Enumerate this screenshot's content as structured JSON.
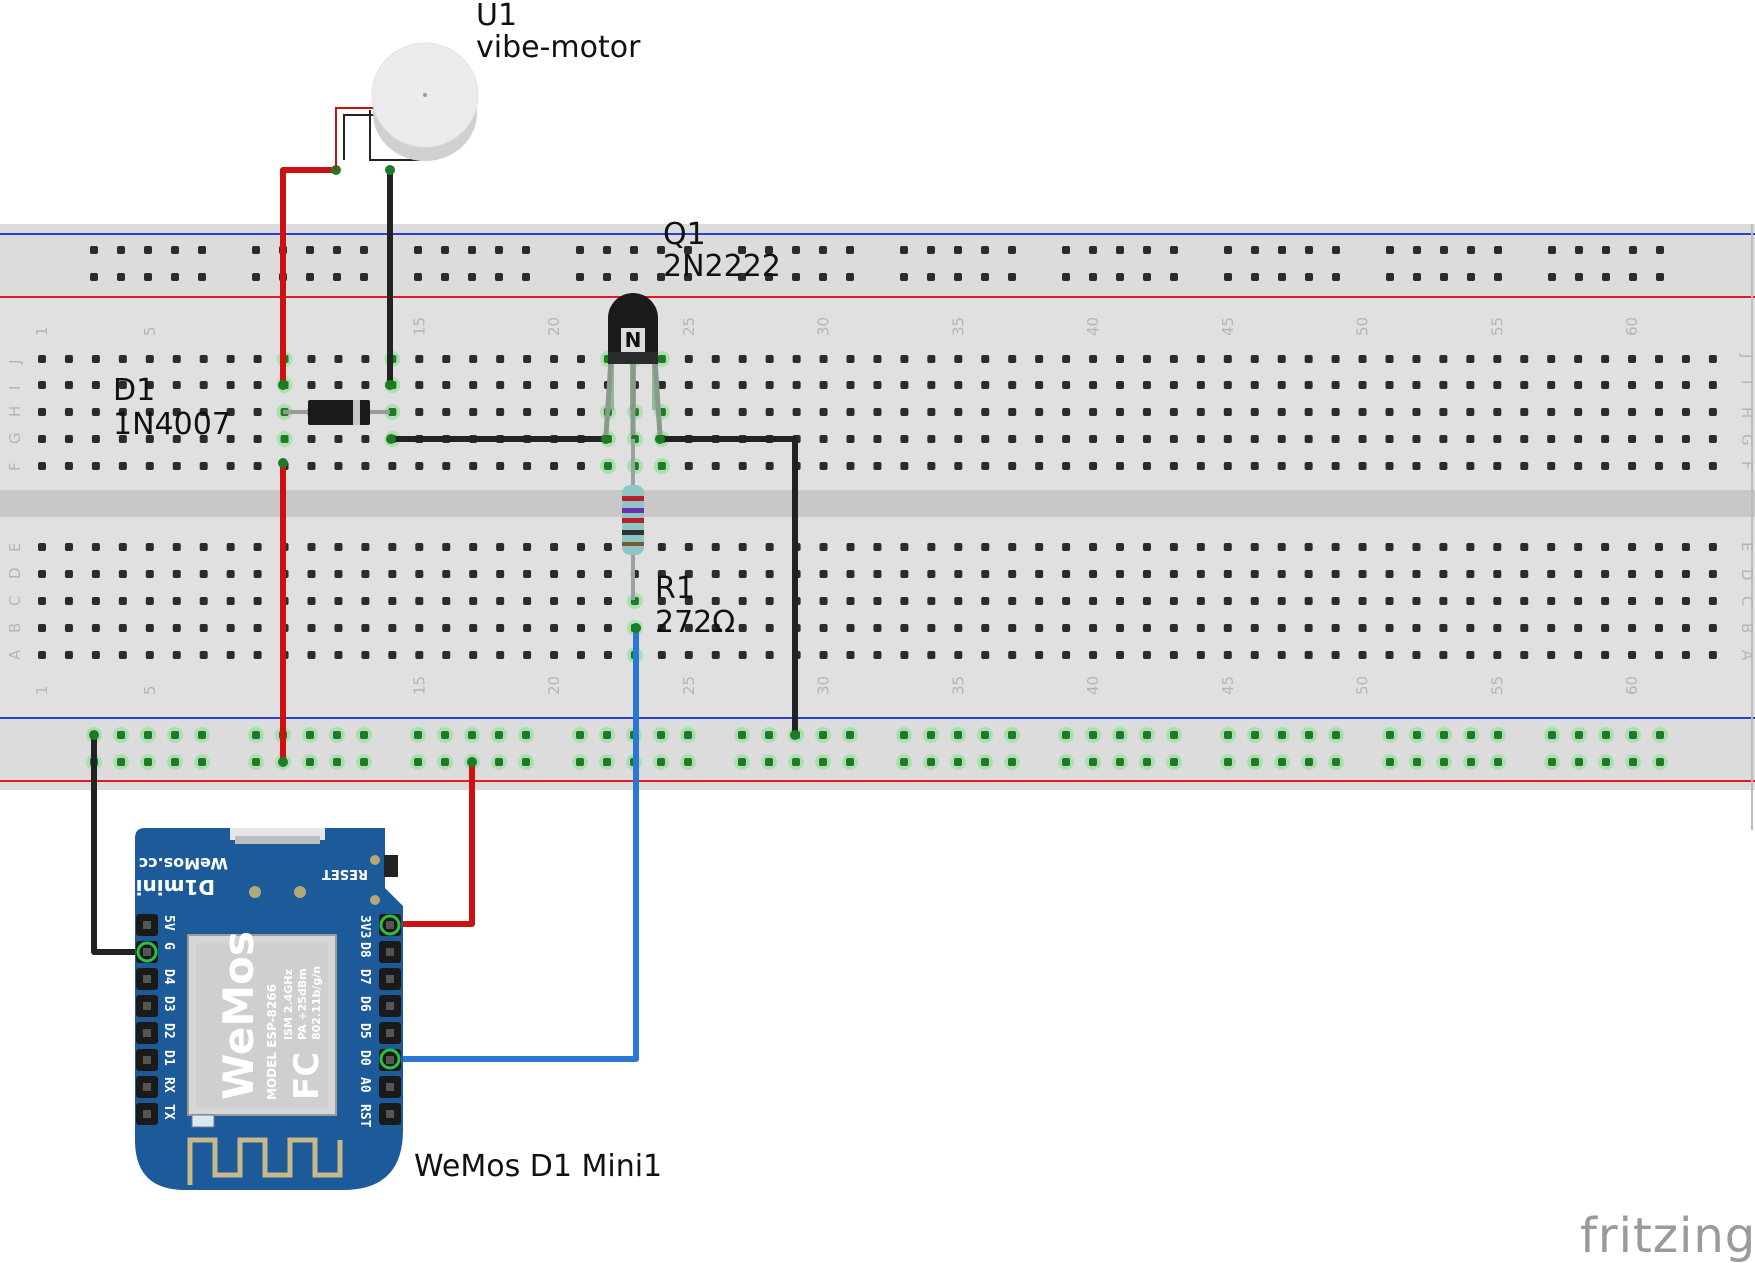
{
  "app": "fritzing",
  "watermark": "fritzing",
  "components": {
    "motor": {
      "ref": "U1",
      "name": "vibe-motor"
    },
    "transistor": {
      "ref": "Q1",
      "name": "2N2222",
      "marking": "N"
    },
    "diode": {
      "ref": "D1",
      "name": "1N4007"
    },
    "resistor": {
      "ref": "R1",
      "value": "272Ω"
    },
    "board": {
      "name": "WeMos D1 Mini1"
    }
  },
  "breadboard": {
    "column_numbers": [
      "1",
      "5",
      "15",
      "20",
      "25",
      "30",
      "35",
      "40",
      "45",
      "50",
      "55",
      "60"
    ],
    "row_letters_top": [
      "J",
      "I",
      "H",
      "G",
      "F"
    ],
    "row_letters_bottom": [
      "E",
      "D",
      "C",
      "B",
      "A"
    ]
  },
  "board_silkscreen": {
    "brand_url": "WeMos.cc",
    "model": "D1mini",
    "reset": "RESET",
    "left_pins": [
      "5V",
      "G",
      "D4",
      "D3",
      "D2",
      "D1",
      "RX",
      "TX"
    ],
    "right_pins": [
      "3V3",
      "D8",
      "D7",
      "D6",
      "D5",
      "D0",
      "A0",
      "RST"
    ],
    "chip_logo": "WeMos",
    "chip_lines": [
      "MODEL ESP-8266",
      "ISM 2.4GHz",
      "PA +25dBm",
      "802.11b/g/n"
    ],
    "fcc": "FC"
  },
  "colors": {
    "breadboard": "#e0e0e0",
    "breadboard_gap": "#c8c8c8",
    "rail_red": "#e21b23",
    "rail_blue": "#2a3fd1",
    "wire_red": "#cc1111",
    "wire_black": "#222222",
    "wire_blue": "#2b78d4",
    "board_blue": "#1d5a99",
    "hole_active": "#3bbf4a"
  }
}
